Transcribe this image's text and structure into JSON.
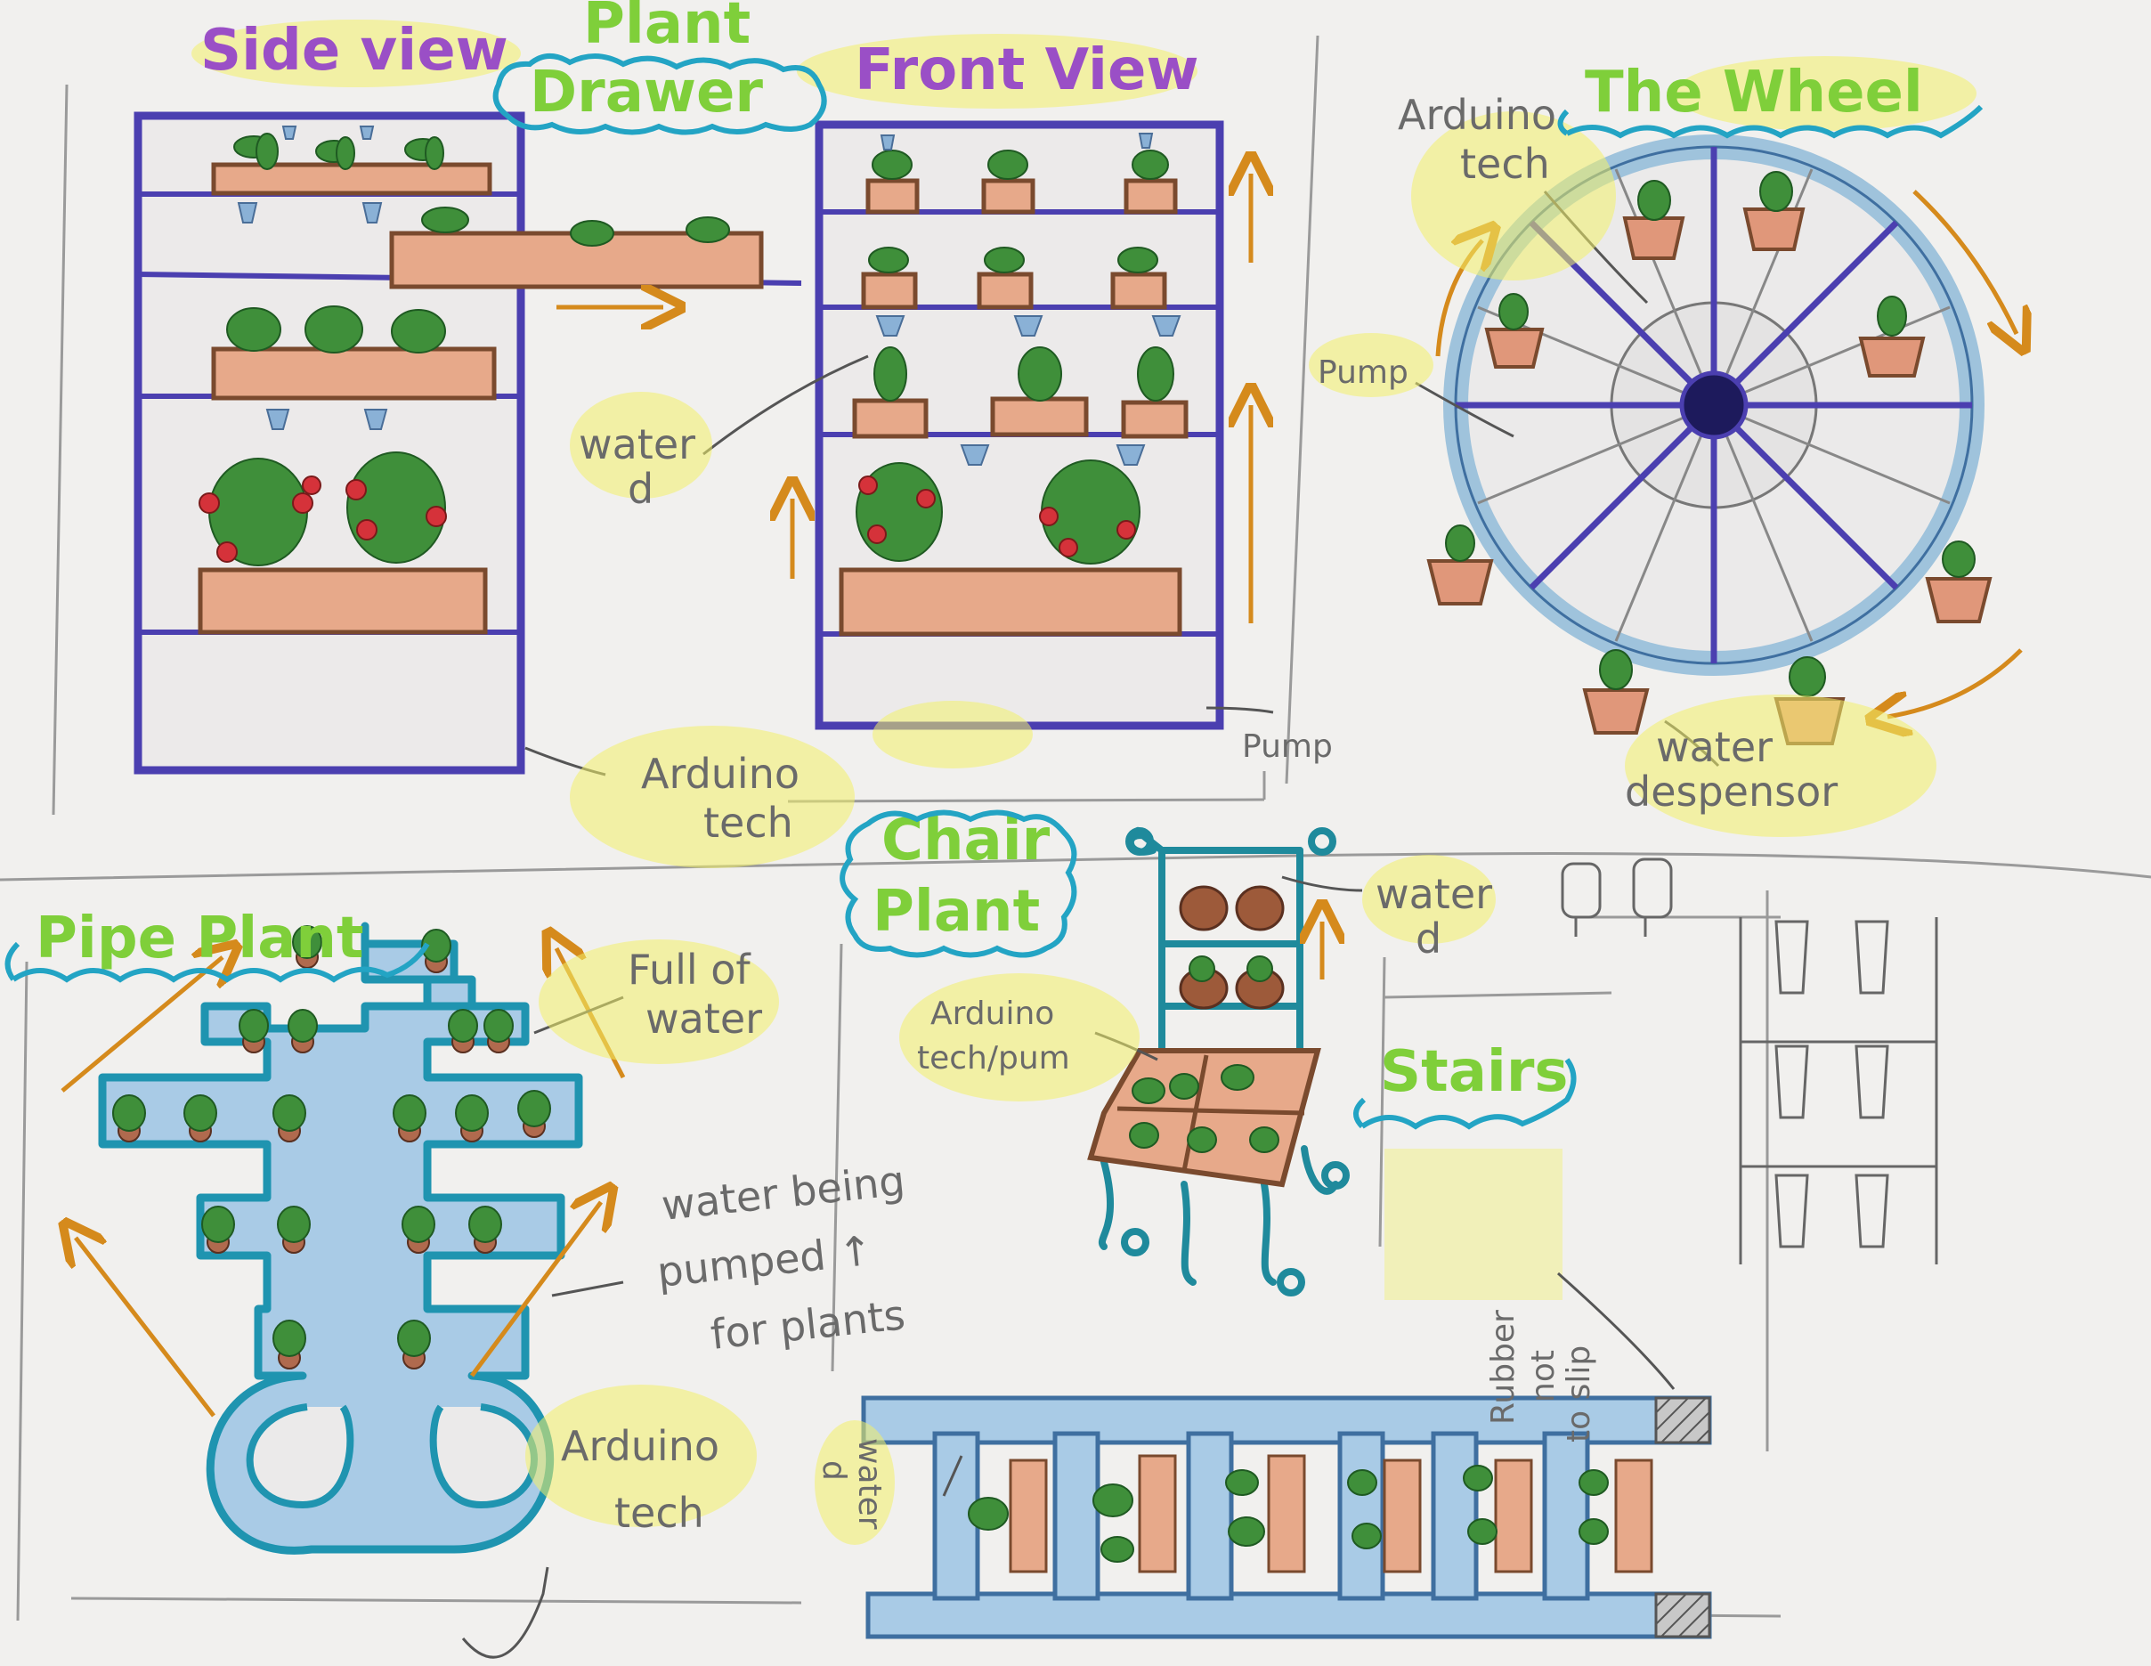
{
  "titles": {
    "side_view": "Side view",
    "plant_drawer_line1": "Plant",
    "plant_drawer_line2": "Drawer",
    "front_view": "Front View",
    "the_wheel": "The Wheel",
    "pipe_plant": "Pipe Plant",
    "chair_plant_line1": "Chair",
    "chair_plant_line2": "Plant",
    "stairs": "Stairs"
  },
  "labels": {
    "drawer_water_line1": "water",
    "drawer_water_line2": "d",
    "drawer_arduino_line1": "Arduino",
    "drawer_arduino_line2": "tech",
    "drawer_pump": "Pump",
    "wheel_arduino_line1": "Arduino",
    "wheel_arduino_line2": "tech",
    "wheel_pump": "Pump",
    "wheel_water_line1": "water",
    "wheel_water_line2": "despensor",
    "pipe_full_line1": "Full of",
    "pipe_full_line2": "water",
    "pipe_pumped_line1": "water being",
    "pipe_pumped_line2": "pumped ↑",
    "pipe_pumped_line3": "for plants",
    "pipe_arduino_line1": "Arduino",
    "pipe_arduino_line2": "tech",
    "chair_water_line1": "water",
    "chair_water_line2": "d",
    "chair_arduino_line1": "Arduino",
    "chair_arduino_line2": "tech/pum",
    "stairs_rubber_line1": "Rubber",
    "stairs_rubber_line2": "not",
    "stairs_rubber_line3": "to slip",
    "stairs_water_line1": "water",
    "stairs_water_line2": "d"
  },
  "colors": {
    "frame_blue": "#4b3fb0",
    "pipe_teal": "#1f94b0",
    "pipe_fill": "#a9cbe6",
    "soil_orange": "#e7a98a",
    "soil_border": "#7a4a2e",
    "plant_green": "#3f8f3a",
    "arrow_orange": "#d58a1c",
    "title_green": "#7fcf3a",
    "title_purple": "#9a4fc6",
    "title_blue_outline": "#23a4c4",
    "highlight_yellow": "#f2f06a",
    "tomato_red": "#d5323a"
  }
}
